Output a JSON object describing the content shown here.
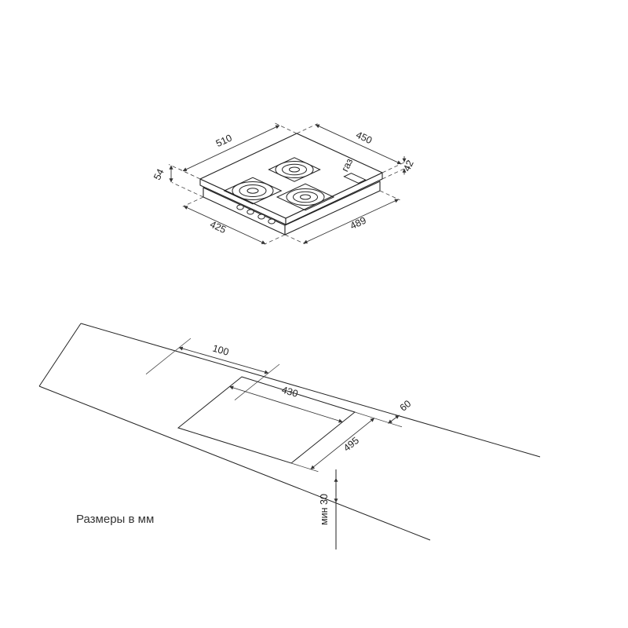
{
  "page": {
    "caption": "Размеры в мм",
    "background": "#ffffff",
    "line_color": "#222222"
  },
  "hob_view": {
    "dim_width_top": "510",
    "dim_depth_top": "450",
    "dim_height_right": "42",
    "dim_height_left": "54",
    "dim_body_width": "425",
    "dim_body_depth": "489",
    "gas_label": "газ",
    "burner_count": 3,
    "knob_count": 4
  },
  "cutout_view": {
    "dim_side_clearance": "100",
    "dim_cutout_width": "430",
    "dim_cutout_length": "495",
    "dim_rear_clearance": "60",
    "dim_front_clearance": "мин 30"
  }
}
